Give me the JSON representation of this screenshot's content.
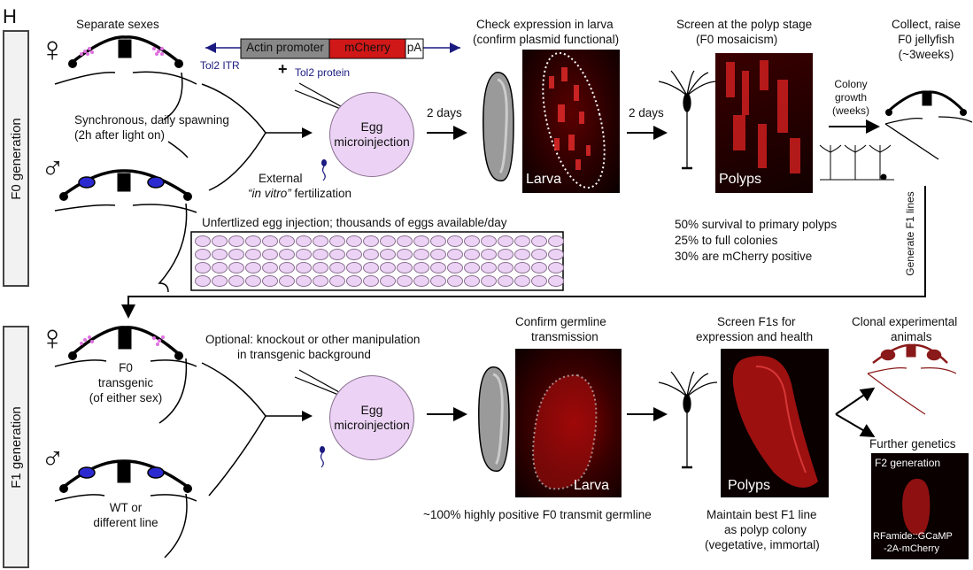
{
  "panel_letter": "H",
  "f0": {
    "row_label": "F0 generation",
    "female_symbol": "♀",
    "male_symbol": "♂",
    "separate_sexes": "Separate sexes",
    "spawning_line1": "Synchronous, daily spawning",
    "spawning_line2": "(2h after light on)",
    "construct": {
      "actin": "Actin promoter",
      "mcherry": "mCherry",
      "pa": "pA",
      "itr": "Tol2 ITR",
      "plus": "+",
      "protein": "Tol2 protein"
    },
    "egg_line1": "Egg",
    "egg_line2": "microinjection",
    "fert_line1": "External",
    "fert_italic": "“in vitro”",
    "fert_rest": " fertilization",
    "days1": "2 days",
    "days2": "2 days",
    "larva_title1": "Check expression in larva",
    "larva_title2": "(confirm plasmid functional)",
    "larva_label": "Larva",
    "polyp_title1": "Screen at the polyp stage",
    "polyp_title2": "(F0 mosaicism)",
    "polyp_label": "Polyps",
    "colony_line1": "Colony",
    "colony_line2": "growth",
    "colony_line3": "(weeks)",
    "collect_line1": "Collect, raise",
    "collect_line2": "F0 jellyfish",
    "collect_line3": "(~3weeks)",
    "unfert": "Unfertlized egg injection; thousands of eggs available/day",
    "stat1": "50% survival to primary polyps",
    "stat2": "25% to full colonies",
    "stat3": "30% are mCherry positive",
    "generate": "Generate F1 lines"
  },
  "f1": {
    "row_label": "F1 generation",
    "female_symbol": "♀",
    "male_symbol": "♂",
    "transgenic1": "F0",
    "transgenic2": "transgenic",
    "transgenic3": "(of either sex)",
    "wt1": "WT or",
    "wt2": "different line",
    "optional1": "Optional: knockout or other manipulation",
    "optional2": "in transgenic background",
    "egg_line1": "Egg",
    "egg_line2": "microinjection",
    "germ_title1": "Confirm germline",
    "germ_title2": "transmission",
    "larva_label": "Larva",
    "germ_note": "~100% highly positive F0 transmit germline",
    "screen_title1": "Screen F1s for",
    "screen_title2": "expression and health",
    "polyp_label": "Polyps",
    "maintain1": "Maintain best F1 line",
    "maintain2": "as polyp colony",
    "maintain3": "(vegetative, immortal)",
    "clonal1": "Clonal experimental",
    "clonal2": "animals",
    "further": "Further genetics",
    "f2_label": "F2 generation",
    "f2_line1": "RFamide::GCaMP",
    "f2_line2": "-2A-mCherry"
  },
  "colors": {
    "accent_red": "#d01818",
    "egg_fill": "#ecd3f5",
    "gonad_blue": "#2a2ad0",
    "gonad_pink": "#e070e0",
    "dark_blue_text": "#1a1a80",
    "clonal_red": "#8a1a1a"
  }
}
